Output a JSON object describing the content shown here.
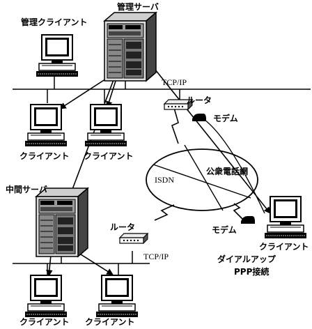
{
  "labels": {
    "management_client": "管理クライアント",
    "management_server": "管理サーバ",
    "tcpip_top": "TCP/IP",
    "router_top": "ルータ",
    "modem_top": "モデム",
    "client_1": "クライアント",
    "client_2": "クライアント",
    "isdn": "ISDN",
    "public_network": "公衆電話網",
    "intermediate_server": "中間サーバ",
    "router_bottom": "ルータ",
    "tcpip_bottom": "TCP/IP",
    "modem_right": "モデム",
    "client_dialup": "クライアント",
    "dialup_line1": "ダイアルアップ",
    "dialup_line2": "PPP接続",
    "client_bottom_1": "クライアント",
    "client_bottom_2": "クライアント"
  },
  "icons": {
    "server": "server-tower-icon",
    "client": "desktop-computer-icon",
    "router": "router-icon",
    "modem": "modem-icon",
    "cloud": "network-cloud-icon",
    "lightning": "lightning-link-icon"
  }
}
